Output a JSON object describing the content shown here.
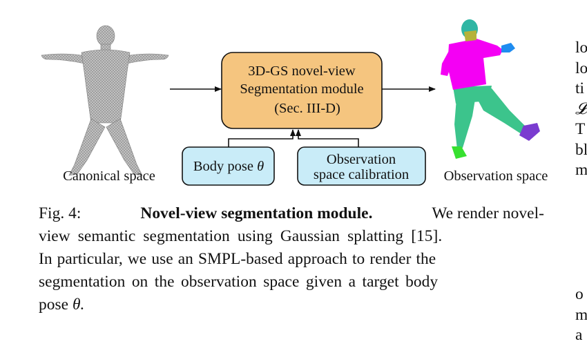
{
  "figure": {
    "labels": {
      "canonical": "Canonical space",
      "observation": "Observation space"
    },
    "module": {
      "line1": "3D-GS novel-view",
      "line2": "Segmentation module",
      "line3": "(Sec. III-D)"
    },
    "body_pose": {
      "text": "Body pose",
      "symbol": "θ"
    },
    "calibration": {
      "line1": "Observation",
      "line2": "space calibration"
    },
    "colors": {
      "module_fill": "#f5c57f",
      "input_fill": "#c9ecf8",
      "seg_magenta": "#f400f4",
      "seg_green": "#3cc48c",
      "seg_teal": "#2fb6a4",
      "seg_olive": "#b5b23a",
      "seg_blue": "#1f8cf0",
      "seg_purple": "#7a3cd0",
      "seg_lime": "#37e030"
    }
  },
  "caption": {
    "fig_label": "Fig. 4:",
    "bold_title": "Novel-view segmentation module.",
    "line1_rest": "We render novel-",
    "line2": "view semantic segmentation using Gaussian splatting [15].",
    "line3": "In particular, we use an SMPL-based approach to render the",
    "line4": "segmentation on the observation space given a target body",
    "line5_text": "pose",
    "line5_symbol": "θ."
  },
  "right_column": {
    "top_lines": [
      "lo",
      "lo",
      "ti",
      "𝓛",
      "T",
      "bl",
      "m"
    ],
    "bottom_lines": [
      "o",
      "m",
      "a"
    ]
  }
}
